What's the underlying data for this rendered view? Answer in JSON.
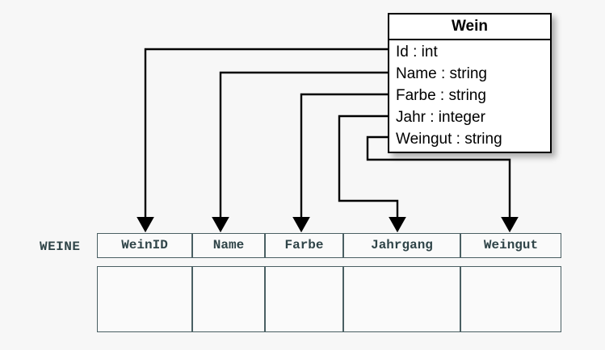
{
  "canvas": {
    "background": "#f7f7f7",
    "line_color": "#000000",
    "table_border_color": "#4a5f63",
    "table_text_color": "#2f4448"
  },
  "uml_class": {
    "name": "Wein",
    "attributes": [
      {
        "label": "Id : int"
      },
      {
        "label": "Name : string"
      },
      {
        "label": "Farbe : string"
      },
      {
        "label": "Jahr : integer"
      },
      {
        "label": "Weingut : string"
      }
    ]
  },
  "relation": {
    "name": "WEINE",
    "columns": [
      {
        "label": "WeinID"
      },
      {
        "label": "Name"
      },
      {
        "label": "Farbe"
      },
      {
        "label": "Jahrgang"
      },
      {
        "label": "Weingut"
      }
    ],
    "rows": [
      [
        "",
        "",
        "",
        "",
        ""
      ]
    ]
  },
  "mappings": [
    {
      "from": "Id : int",
      "to": "WeinID"
    },
    {
      "from": "Name : string",
      "to": "Name"
    },
    {
      "from": "Farbe : string",
      "to": "Farbe"
    },
    {
      "from": "Jahr : integer",
      "to": "Jahrgang"
    },
    {
      "from": "Weingut : string",
      "to": "Weingut"
    }
  ]
}
